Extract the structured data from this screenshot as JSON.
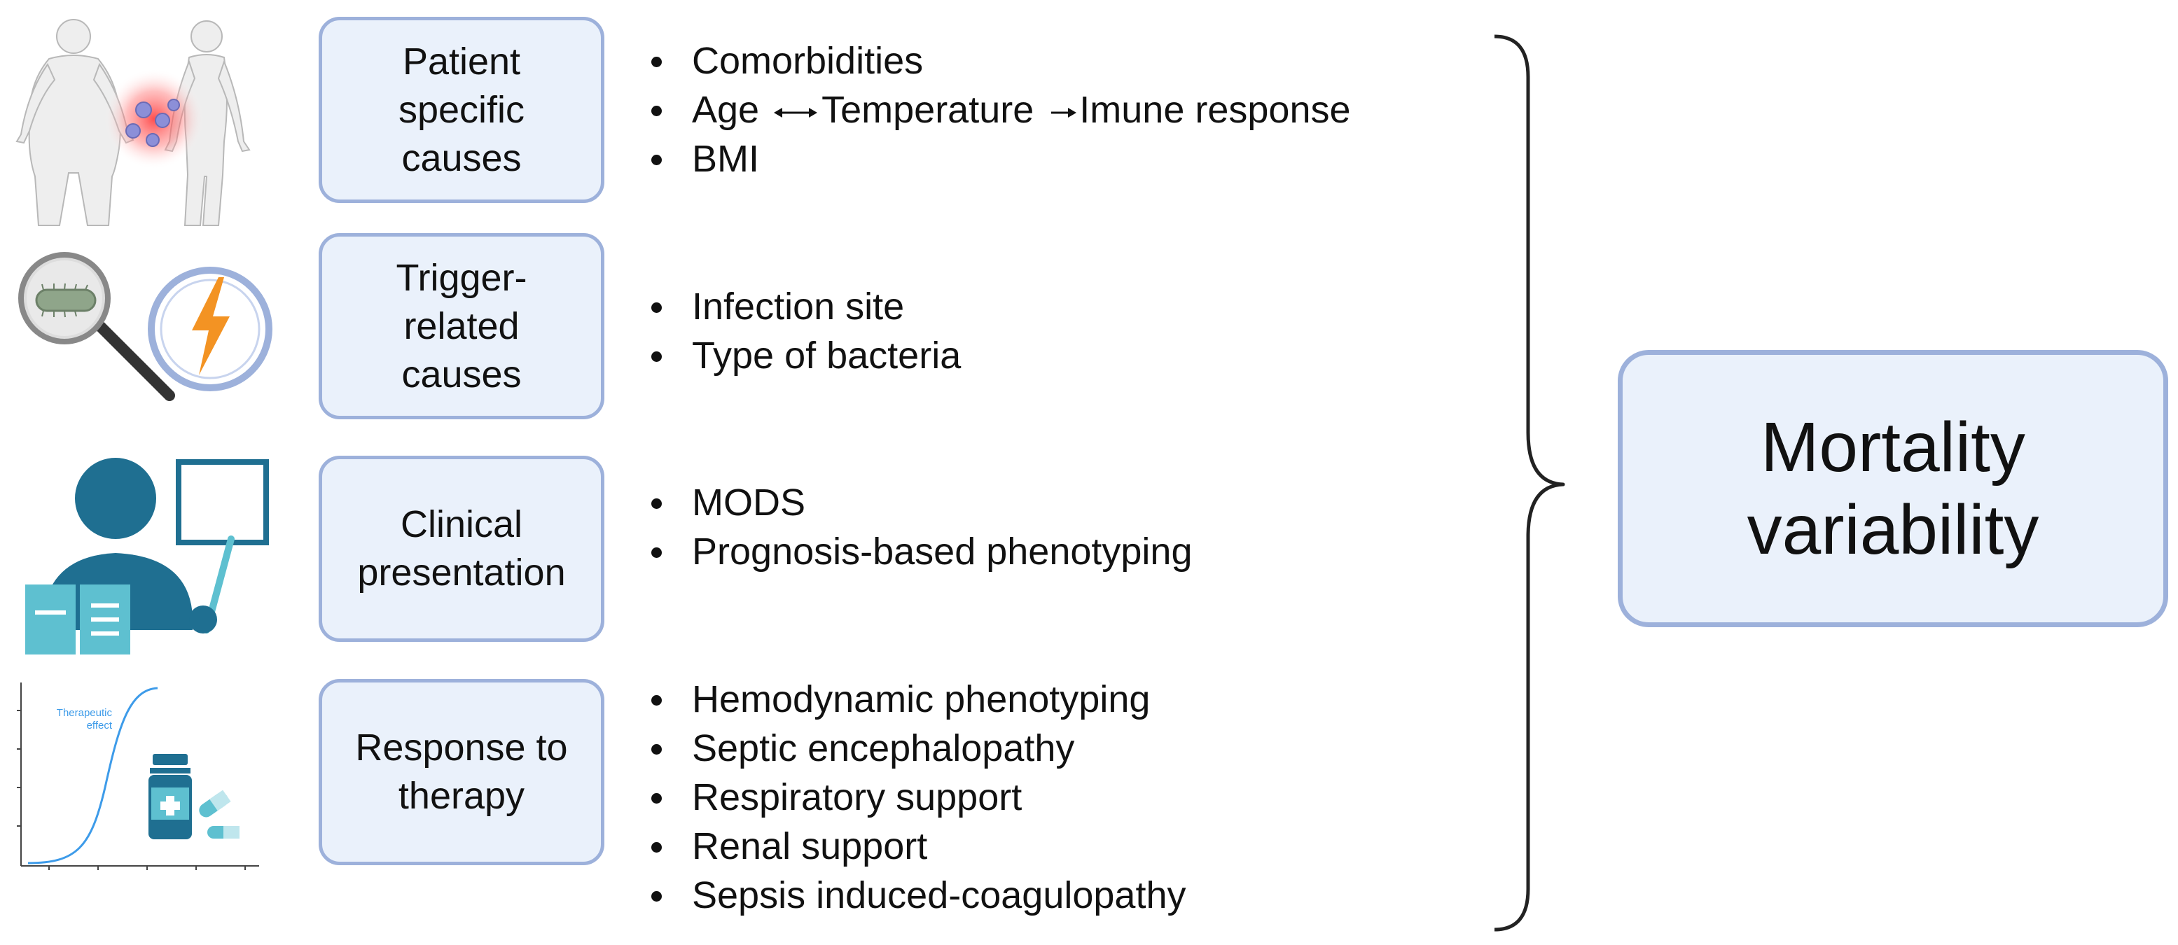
{
  "categories": [
    {
      "label": "Patient\nspecific\ncauses",
      "icon": "human-body-inflammation-icon",
      "items": [
        {
          "text": "Comorbidities"
        },
        {
          "parts": [
            "Age",
            "Temperature",
            "Imune response"
          ]
        },
        {
          "text": "BMI"
        }
      ]
    },
    {
      "label": "Trigger-\nrelated\ncauses",
      "icon": "bacteria-magnifier-lightning-icon",
      "items": [
        {
          "text": "Infection site"
        },
        {
          "text": "Type of bacteria"
        }
      ]
    },
    {
      "label": "Clinical\npresentation",
      "icon": "clinician-reading-icon",
      "items": [
        {
          "text": "MODS"
        },
        {
          "text": "Prognosis-based phenotyping"
        }
      ]
    },
    {
      "label": "Response to\ntherapy",
      "icon": "dose-response-medication-icon",
      "items": [
        {
          "text": "Hemodynamic phenotyping"
        },
        {
          "text": "Septic encephalopathy"
        },
        {
          "text": "Respiratory support"
        },
        {
          "text": "Renal support"
        },
        {
          "text": "Sepsis induced-coagulopathy"
        }
      ]
    }
  ],
  "curve_label": [
    "Therapeutic",
    "effect"
  ],
  "outcome": {
    "label": "Mortality\nvariability"
  },
  "colors": {
    "box_fill": "#eaf1fb",
    "box_border": "#9db1db",
    "icon_teal": "#1f6f91",
    "icon_light_teal": "#5ec0d0",
    "lightning": "#f39323",
    "curve_blue": "#3d9be9",
    "inflammation_red": "#ff4d4d"
  }
}
